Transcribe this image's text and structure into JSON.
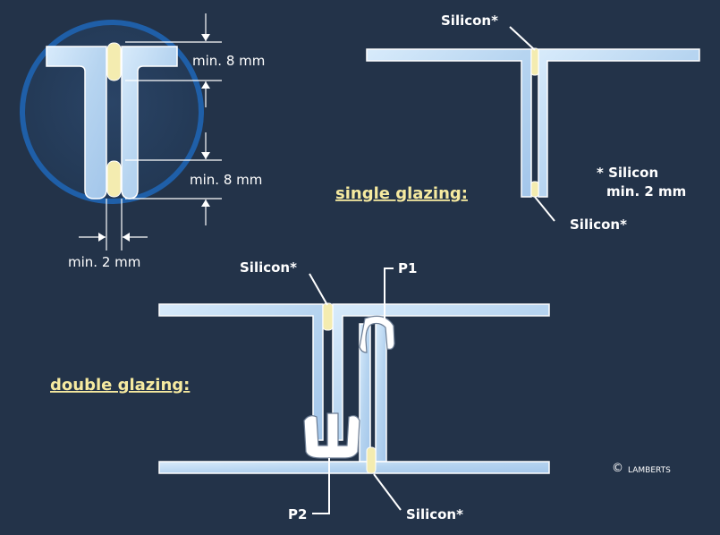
{
  "detail": {
    "dim_top": "min. 8 mm",
    "dim_bottom": "min. 8 mm",
    "dim_gap": "min. 2 mm"
  },
  "single_glazing": {
    "heading": "single glazing:",
    "silicon_top": "Silicon*",
    "silicon_bottom": "Silicon*",
    "note_line1": "* Silicon",
    "note_line2": "min. 2 mm"
  },
  "double_glazing": {
    "heading": "double glazing:",
    "silicon_top": "Silicon*",
    "silicon_bottom": "Silicon*",
    "profile_1": "P1",
    "profile_2": "P2"
  },
  "copyright": {
    "symbol": "©",
    "brand": "LAMBERTS"
  },
  "colors": {
    "background": "#233349",
    "glass": "#bcd8f2",
    "silicone": "#f4ecb0",
    "heading": "#f6eaa0",
    "circle": "#1f5fa8"
  }
}
